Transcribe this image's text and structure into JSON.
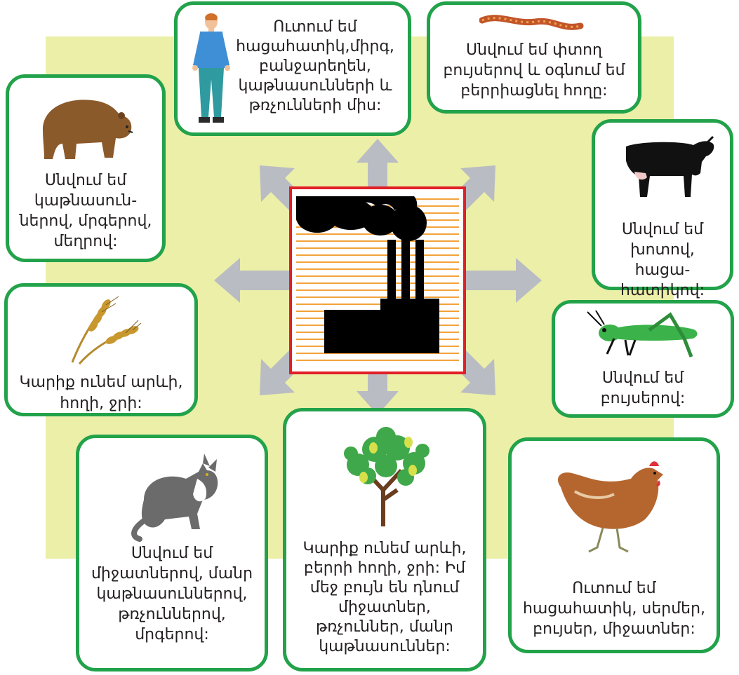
{
  "colors": {
    "background_square": "#ecefa8",
    "card_border": "#22a24a",
    "arrow": "#b9bcc2",
    "factory_frame": "#e11f26",
    "factory_stripes": "#f3a23a",
    "text": "#231f20"
  },
  "center": {
    "icon": "factory-pollution-icon"
  },
  "cards": [
    {
      "id": "human",
      "icon": "human-icon",
      "text": "Ուտում եմ\nհացահատիկ,միրգ,\nբանջարեղեն,\nկաթնասունների և\nթռչունների միս:"
    },
    {
      "id": "worm",
      "icon": "earthworm-icon",
      "text": "Սնվում եմ փտող\nբույսերով և օգնում եմ\nբերրիացնել հողը:"
    },
    {
      "id": "bear",
      "icon": "bear-icon",
      "text": "Սնվում եմ\nկաթնասուն-\nներով, մրգերով,\nմեղրով:"
    },
    {
      "id": "cow",
      "icon": "cow-icon",
      "text": "Սնվում եմ\nխոտով, հացա-\nհատիկով:"
    },
    {
      "id": "wheat",
      "icon": "wheat-icon",
      "text": "Կարիք ունեմ արևի,\nհողի, ջրի:"
    },
    {
      "id": "grasshopper",
      "icon": "grasshopper-icon",
      "text": "Սնվում եմ\nբույսերով:"
    },
    {
      "id": "cat",
      "icon": "cat-icon",
      "text": "Սնվում եմ\nմիջատներով, մանր\nկաթնասուններով,\nթռչուններով,\nմրգերով:"
    },
    {
      "id": "tree",
      "icon": "pear-tree-icon",
      "text": "Կարիք ունեմ արևի,\nբերրի հողի, ջրի: Իմ\nմեջ բույն են դնում\nմիջատներ,\nթռչուններ, մանր\nկաթնասուններ:"
    },
    {
      "id": "hen",
      "icon": "hen-icon",
      "text": "Ուտում եմ\nհացահատիկ, սերմեր,\nբույսեր, միջատներ:"
    }
  ]
}
